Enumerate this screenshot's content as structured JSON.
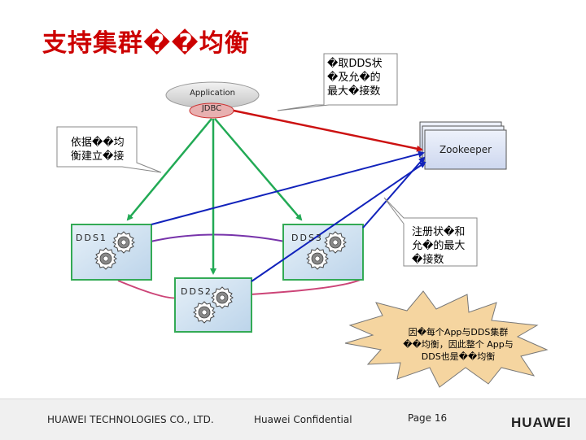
{
  "title": "支持集群��均衡",
  "nodes": {
    "application": "Application",
    "jdbc": "JDBC",
    "zookeeper": "Zookeeper",
    "dds1": "DDS1",
    "dds2": "DDS2",
    "dds3": "DDS3"
  },
  "callouts": {
    "top": [
      "�取DDS状",
      "�及允�的",
      "最大�接数"
    ],
    "left": [
      "依据��均",
      "衡建立�接"
    ],
    "right": [
      "注册状�和",
      "允�的最大",
      "�接数"
    ]
  },
  "burst": [
    "因�每个App与DDS集群",
    "��均衡，因此整个 App与",
    "DDS也是��均衡"
  ],
  "footer": {
    "company": "HUAWEI TECHNOLOGIES CO., LTD.",
    "confidential": "Huawei Confidential",
    "page": "Page 16",
    "logo_text": "HUAWEI"
  },
  "colors": {
    "title": "#cc0000",
    "red_arrow": "#cc1111",
    "green_arrow": "#22aa55",
    "blue_arrow": "#1122bb",
    "purple_ring": "#7733aa",
    "box_border": "#33aa55",
    "box_fill": "#cfe1f0",
    "burst_fill": "#f5d5a0"
  }
}
